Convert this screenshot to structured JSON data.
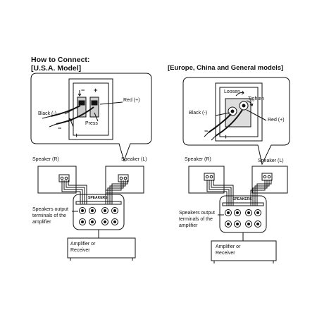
{
  "usa": {
    "title_line1": "How to Connect:",
    "title_line2": "[U.S.A. Model]",
    "label_black": "Black (-)",
    "label_red": "Red (+)",
    "label_press": "Press",
    "label_speaker_r": "Speaker (R)",
    "label_speaker_l": "Speaker (L)",
    "label_speakers_panel": "SPEAKERS",
    "label_terminals_1": "Speakers output",
    "label_terminals_2": "terminals of the",
    "label_terminals_3": "amplifier",
    "label_amp_1": "Amplifier or",
    "label_amp_2": "Receiver",
    "sign_minus": "−",
    "sign_plus": "+"
  },
  "europe": {
    "title": "[Europe, China and General models]",
    "label_loosen": "Loosen",
    "label_tighten": "Tighten",
    "label_black": "Black (-)",
    "label_red": "Red (+)",
    "label_speaker_r": "Speaker (R)",
    "label_speaker_l": "Speaker (L)",
    "label_speakers_panel": "SPEAKERS",
    "label_terminals_1": "Speakers output",
    "label_terminals_2": "terminals of the",
    "label_terminals_3": "amplifier",
    "label_amp_1": "Amplifier or",
    "label_amp_2": "Receiver",
    "sign_minus": "−",
    "sign_plus": "+"
  }
}
